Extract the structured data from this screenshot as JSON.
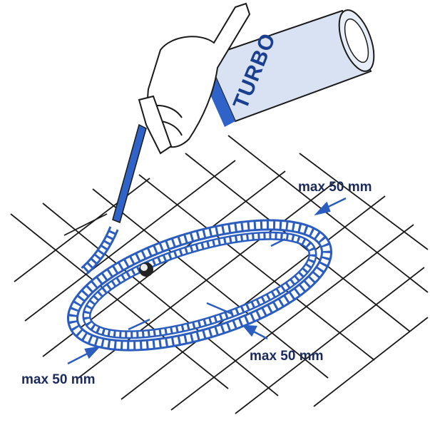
{
  "colors": {
    "line": "#1a1a1a",
    "foam_outline": "#2a5dbf",
    "foam_fill": "#ffffff",
    "can_body": "#d9e2f2",
    "can_stripe": "#2f63c8",
    "label_text": "#1b2a5e",
    "arrow": "#2a5dbf"
  },
  "can": {
    "brand": "TURBO",
    "icon": "spray-foam-can-icon"
  },
  "labels": {
    "top_right": "max 50 mm",
    "bottom_right": "max 50 mm",
    "bottom_left": "max 50 mm"
  }
}
